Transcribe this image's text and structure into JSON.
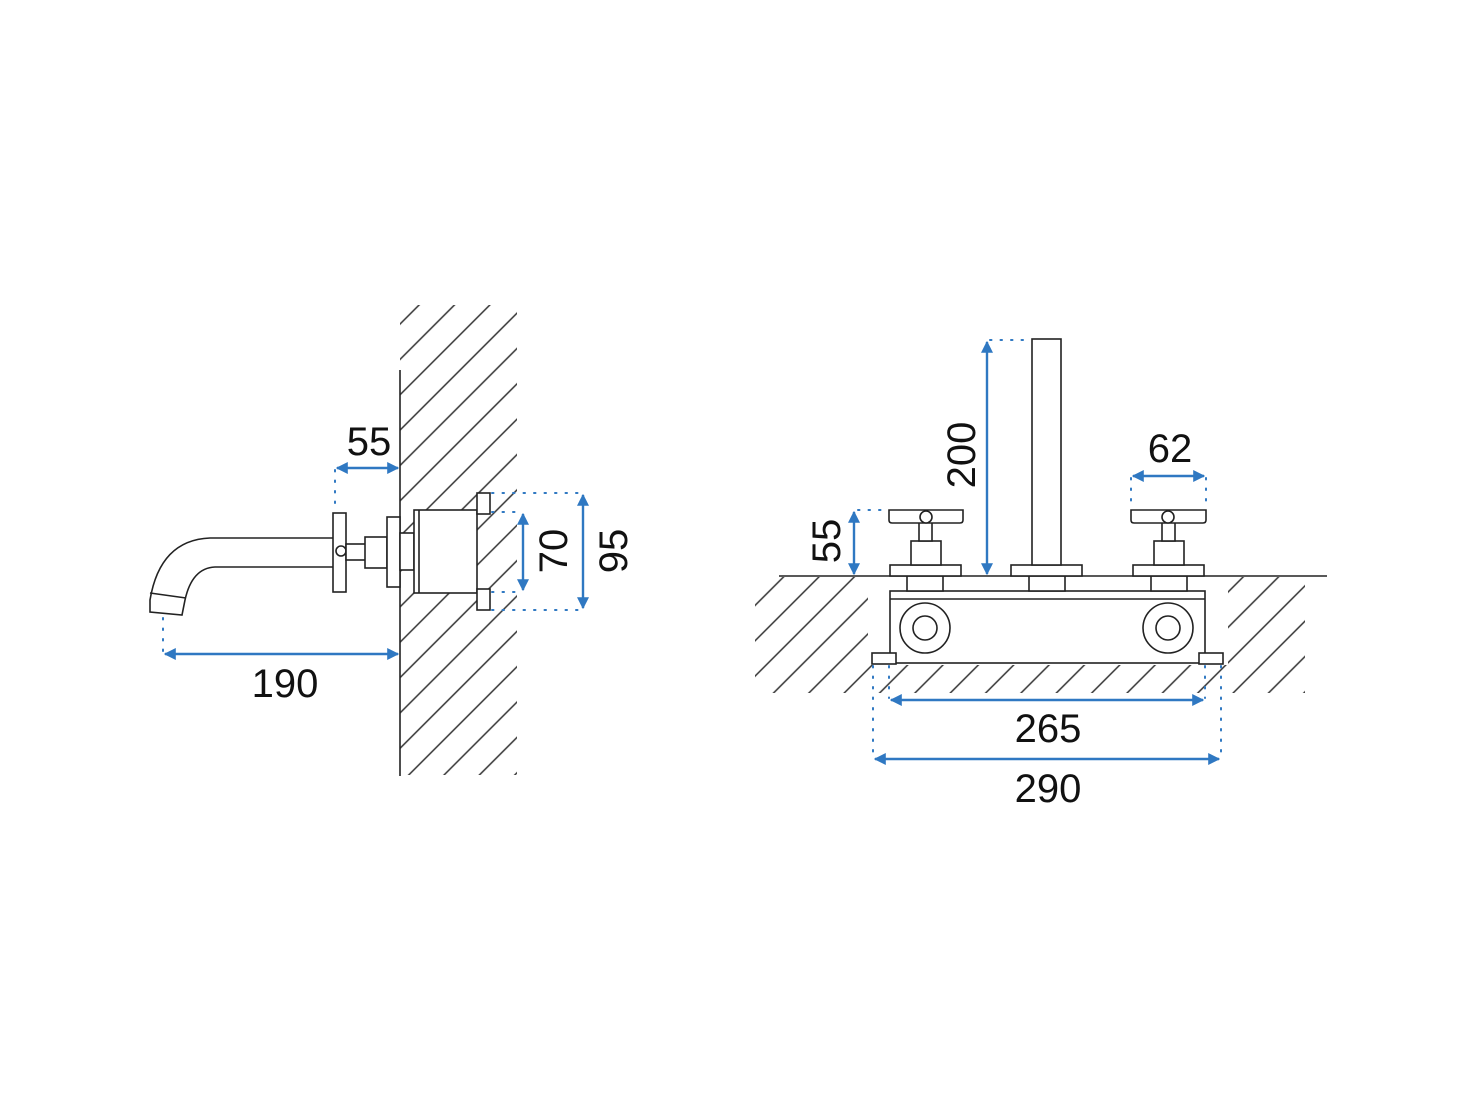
{
  "side_view": {
    "dimensions": {
      "flange_depth": "55",
      "spout_projection": "190",
      "inner_height": "70",
      "outer_height": "95"
    }
  },
  "front_view": {
    "dimensions": {
      "handle_height": "55",
      "spout_height": "200",
      "handle_width": "62",
      "body_width": "265",
      "overall_width": "290"
    }
  },
  "colors": {
    "dimension": "#2f78c2",
    "line": "#222222"
  }
}
